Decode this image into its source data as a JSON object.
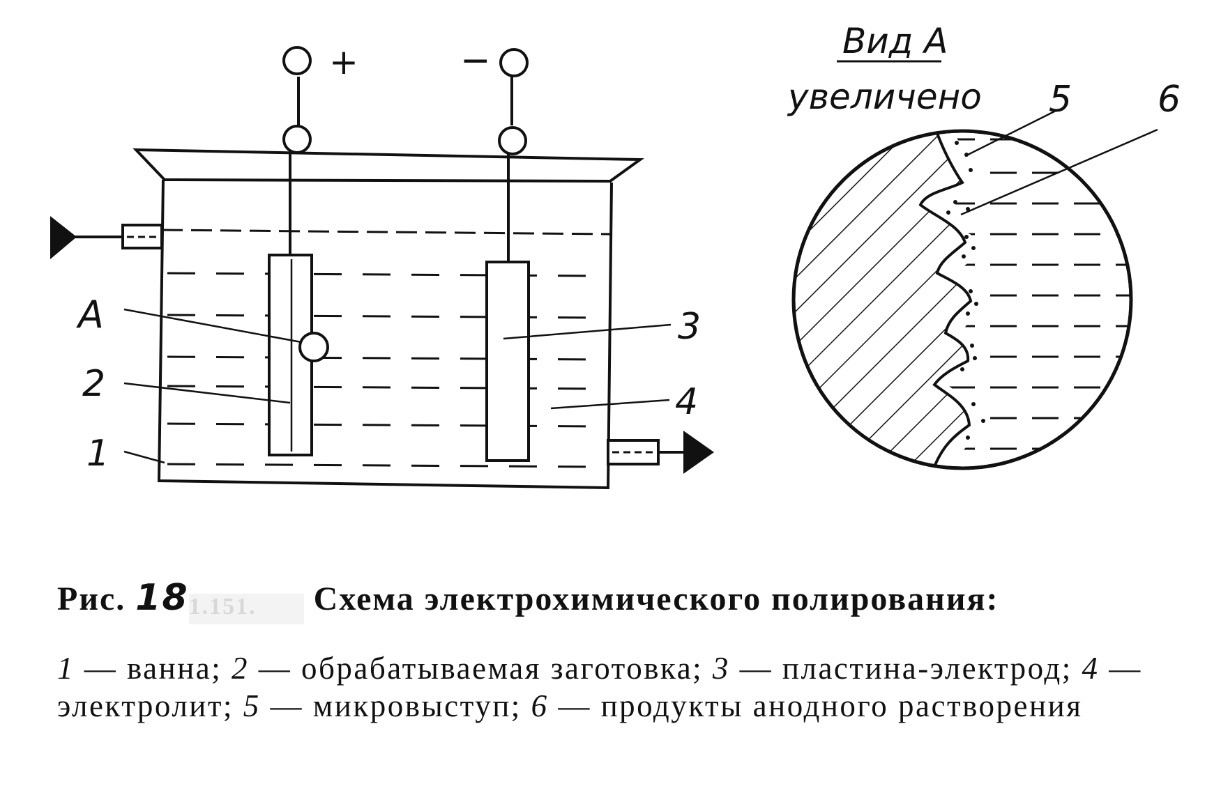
{
  "diagram": {
    "terminals": {
      "anode_sign": "+",
      "cathode_sign": "−"
    },
    "labels": {
      "a": "А",
      "l1": "1",
      "l2": "2",
      "l3": "3",
      "l4": "4",
      "l5": "5",
      "l6": "6"
    },
    "view": {
      "title": "Вид А",
      "subtitle": "увеличено"
    }
  },
  "caption": {
    "prefix": "Рис.",
    "number": "18",
    "smudged_number": "1.151.",
    "title": "Схема электрохимического полирования:",
    "legend": [
      {
        "n": "1",
        "text": "ванна;"
      },
      {
        "n": "2",
        "text": "обрабатываемая заготовка;"
      },
      {
        "n": "3",
        "text": "пластина-электрод;"
      },
      {
        "n": "4",
        "text": "электролит;"
      },
      {
        "n": "5",
        "text": "микровыступ;"
      },
      {
        "n": "6",
        "text": "продукты анодного растворения"
      }
    ]
  }
}
